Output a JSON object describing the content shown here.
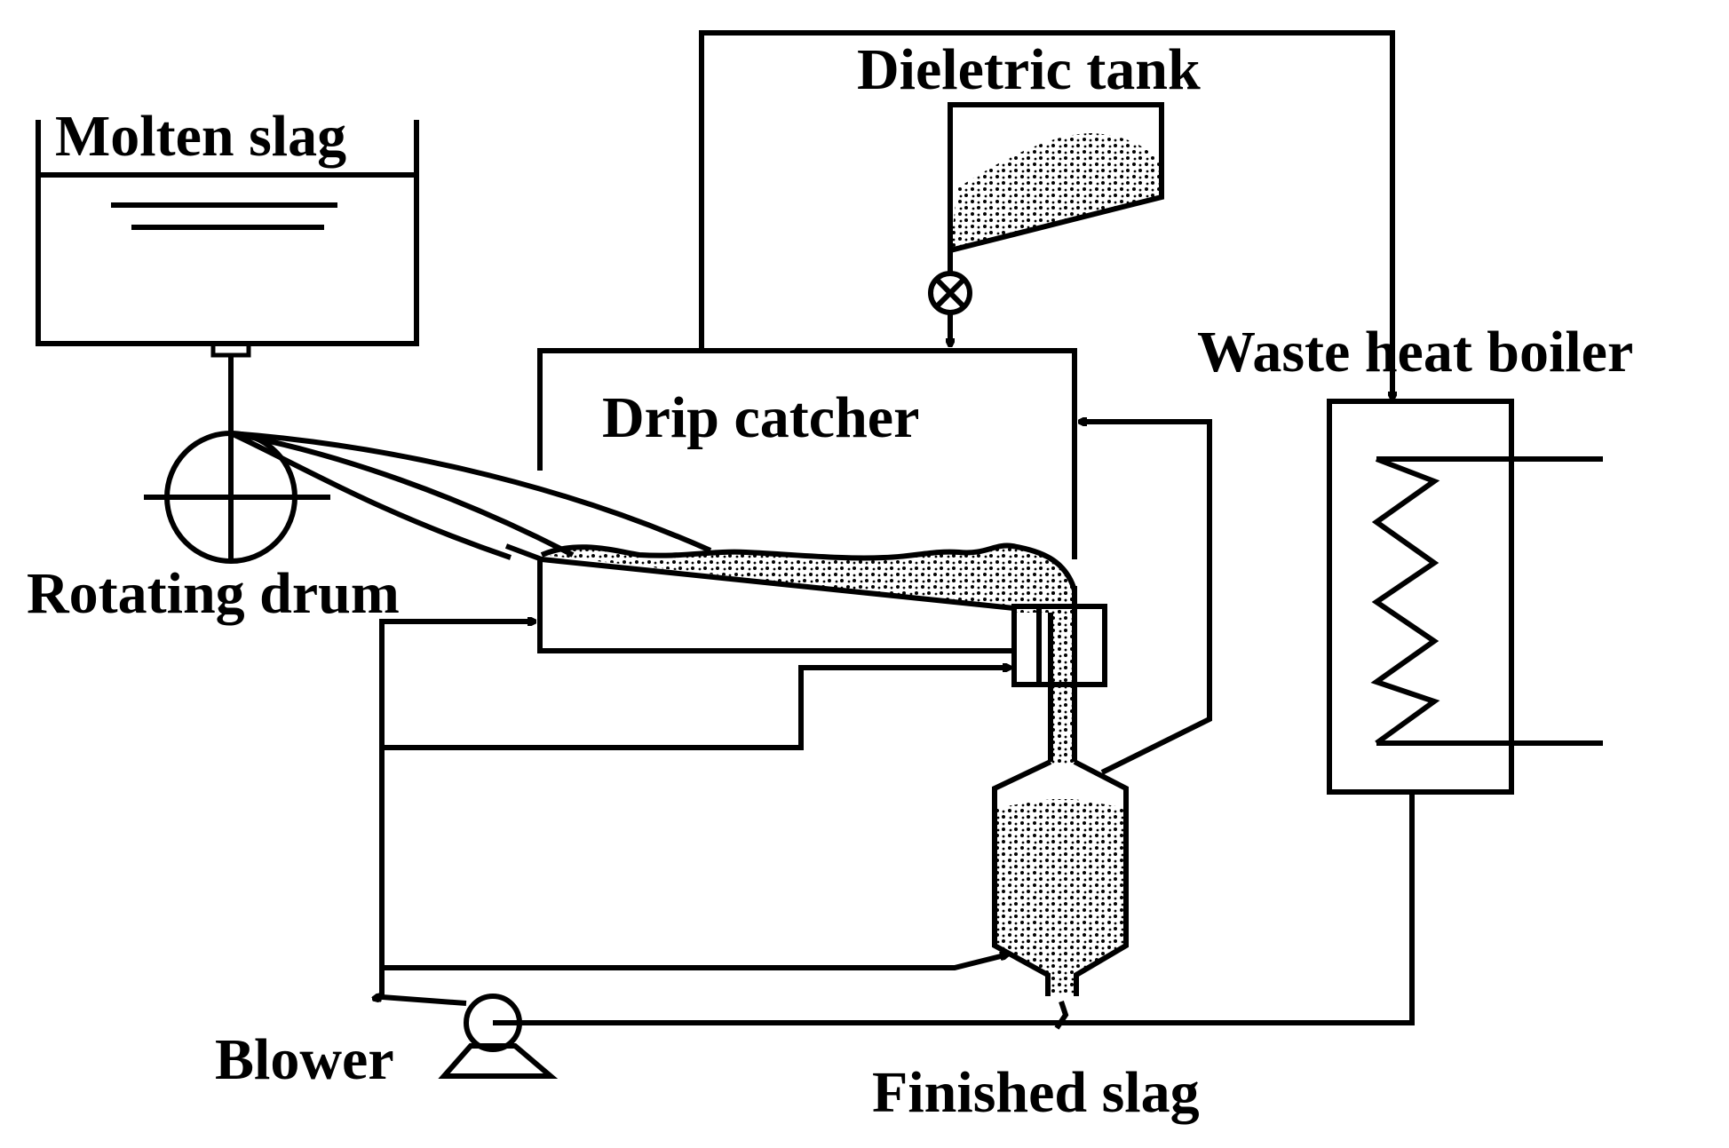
{
  "labels": {
    "molten_slag": "Molten slag",
    "dielectric_tank": "Dieletric tank",
    "drip_catcher": "Drip catcher",
    "waste_heat_boiler": "Waste heat boiler",
    "rotating_drum": "Rotating drum",
    "blower": "Blower",
    "finished_slag": "Finished slag"
  },
  "colors": {
    "stroke": "#000000",
    "background": "#ffffff"
  }
}
